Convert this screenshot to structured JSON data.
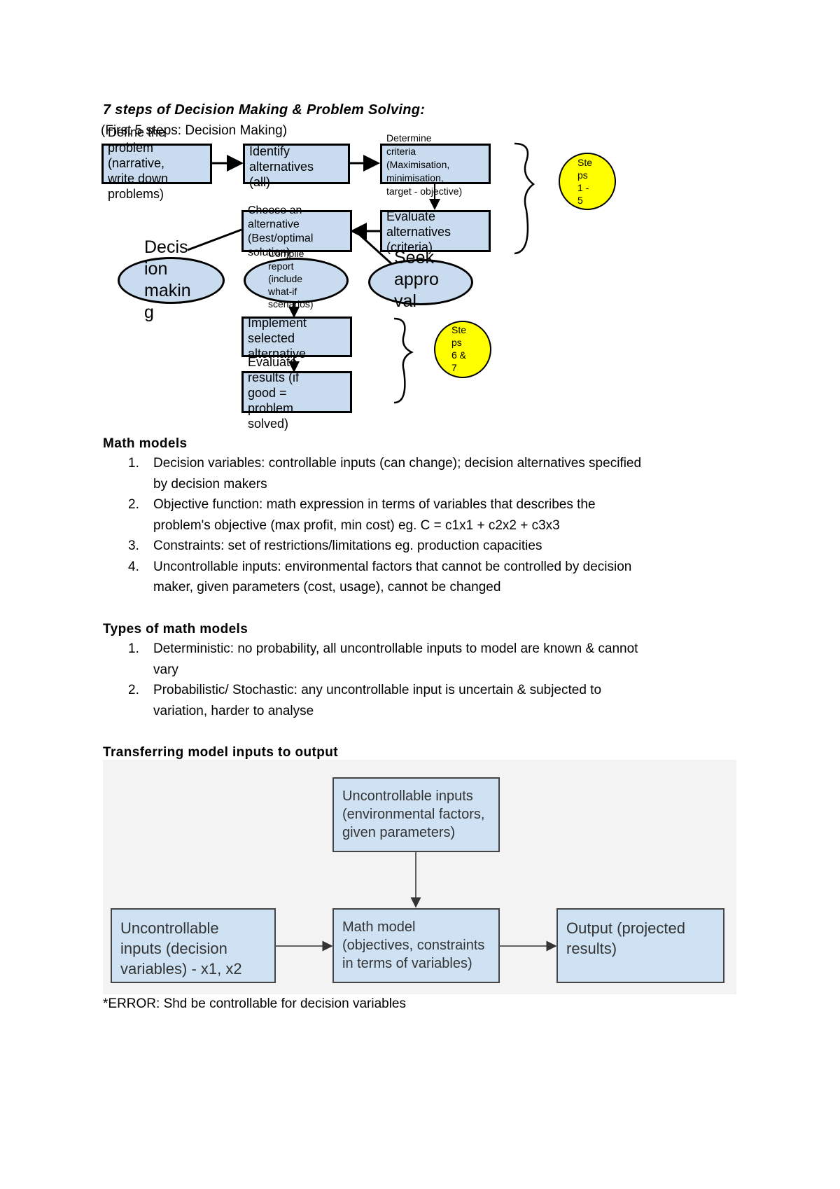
{
  "title": "7 steps of Decision Making & Problem Solving:",
  "subtitle": "(First 5 steps: Decision Making)",
  "flowchart": {
    "define": [
      "Define the",
      "problem",
      "(narrative,",
      "write down",
      "problems)"
    ],
    "identify": [
      "Identify",
      "alternatives",
      "(all)"
    ],
    "determine": [
      "Determine",
      "criteria",
      "(Maximisation,",
      "minimisation,",
      "target - objective)"
    ],
    "evaluate_alt": [
      "Evaluate",
      "alternatives",
      "(criteria)"
    ],
    "choose": [
      "Choose an",
      "alternative",
      "(Best/optimal",
      "solution)"
    ],
    "decision_making": [
      "Decis",
      "ion",
      "makin",
      "g"
    ],
    "compile": [
      "Compile",
      "report",
      "(include",
      "what-if",
      "scenarios)"
    ],
    "seek": [
      "Seek",
      "appro",
      "val"
    ],
    "implement": [
      "Implement",
      "selected",
      "alternative"
    ],
    "evaluate_res": [
      "Evaluate",
      "results (if",
      "good =",
      "problem",
      "solved)"
    ],
    "steps_1_5": [
      "Ste",
      "ps",
      "1 -",
      "5"
    ],
    "steps_6_7": [
      "Ste",
      "ps",
      "6 &",
      "7"
    ]
  },
  "math_models": {
    "heading": "Math models",
    "items": [
      {
        "num": "1.",
        "lines": [
          "Decision variables: controllable inputs (can change); decision alternatives specified",
          "by decision makers"
        ]
      },
      {
        "num": "2.",
        "lines": [
          "Objective function: math expression in terms of variables that describes the",
          "problem's objective (max profit, min cost) eg. C = c1x1 + c2x2 + c3x3"
        ]
      },
      {
        "num": "3.",
        "lines": [
          "Constraints: set of restrictions/limitations eg. production capacities"
        ]
      },
      {
        "num": "4.",
        "lines": [
          "Uncontrollable inputs: environmental factors that cannot be controlled by decision",
          "maker, given parameters (cost, usage), cannot be changed"
        ]
      }
    ]
  },
  "types": {
    "heading": "Types of math models",
    "items": [
      {
        "num": "1.",
        "lines": [
          "Deterministic: no probability, all uncontrollable inputs to model are known & cannot",
          "vary"
        ]
      },
      {
        "num": "2.",
        "lines": [
          "Probabilistic/ Stochastic: any uncontrollable input is uncertain & subjected to",
          "variation, harder to analyse"
        ]
      }
    ]
  },
  "transfer": {
    "heading": "Transferring model inputs to output",
    "uncontrollable_top": [
      "Uncontrollable inputs",
      "(environmental factors,",
      "given parameters)"
    ],
    "uncontrollable_left": [
      "Uncontrollable",
      "inputs (decision",
      "variables) - x1, x2"
    ],
    "math_model": [
      "Math model",
      "(objectives, constraints",
      "in terms of variables)"
    ],
    "output": [
      "Output (projected",
      "results)"
    ]
  },
  "error_note": "*ERROR: Shd be controllable for decision variables"
}
